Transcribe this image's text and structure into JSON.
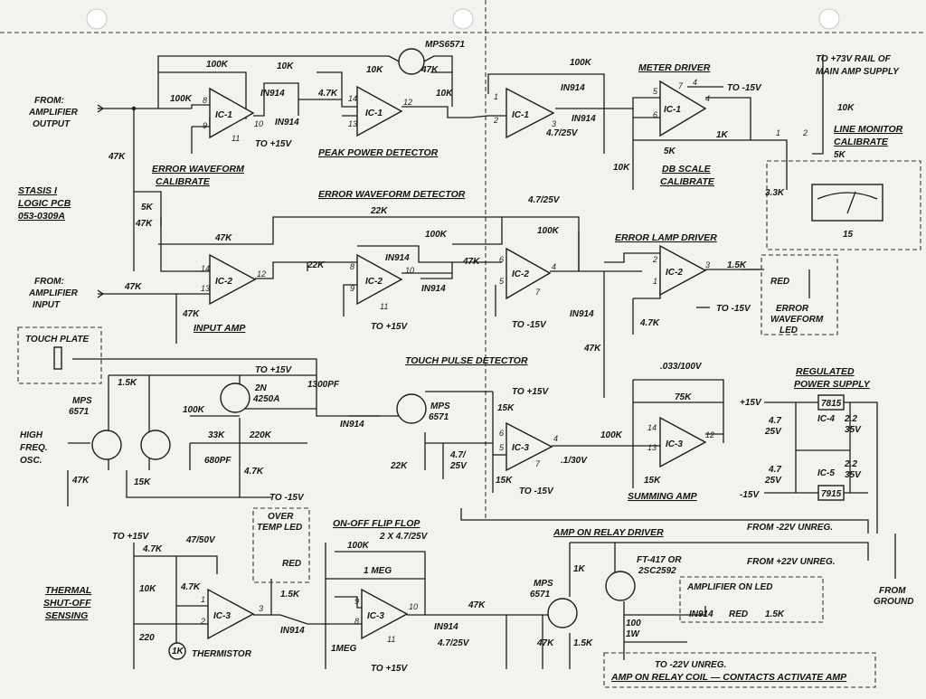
{
  "title_block": {
    "line1": "STASIS I",
    "line2": "LOGIC PCB",
    "line3": "053-0309A"
  },
  "inputs": {
    "amp_output": {
      "line1": "FROM:",
      "line2": "AMPLIFIER",
      "line3": "OUTPUT"
    },
    "amp_input": {
      "line1": "FROM:",
      "line2": "AMPLIFIER",
      "line3": "INPUT"
    },
    "rail_note": {
      "line1": "TO +73V RAIL OF",
      "line2": "MAIN AMP SUPPLY"
    }
  },
  "sections": {
    "peak_power": "PEAK POWER DETECTOR",
    "error_cal_1": "ERROR WAVEFORM",
    "error_cal_2": "CALIBRATE",
    "error_detector": "ERROR WAVEFORM DETECTOR",
    "meter_driver": "METER DRIVER",
    "line_monitor_1": "LINE MONITOR",
    "line_monitor_2": "CALIBRATE",
    "db_scale_1": "DB SCALE",
    "db_scale_2": "CALIBRATE",
    "error_lamp": "ERROR LAMP DRIVER",
    "input_amp": "INPUT AMP",
    "touch_plate": "TOUCH PLATE",
    "touch_pulse": "TOUCH PULSE DETECTOR",
    "error_led_1": "ERROR",
    "error_led_2": "WAVEFORM",
    "error_led_3": "LED",
    "regulated_1": "REGULATED",
    "regulated_2": "POWER SUPPLY",
    "hf_osc_1": "HIGH",
    "hf_osc_2": "FREQ.",
    "hf_osc_3": "OSC.",
    "summing_amp": "SUMMING AMP",
    "thermal_1": "THERMAL",
    "thermal_2": "SHUT-OFF",
    "thermal_3": "SENSING",
    "over_temp_1": "OVER",
    "over_temp_2": "TEMP LED",
    "flip_flop": "ON-OFF FLIP FLOP",
    "relay_driver": "AMP ON RELAY DRIVER",
    "amp_on_led": "AMPLIFIER ON LED",
    "relay_coil": "AMP ON RELAY COIL — CONTACTS ACTIVATE AMP",
    "from_22_unreg_neg": "FROM -22V UNREG.",
    "from_22_unreg_pos": "FROM +22V UNREG.",
    "from_ground_1": "FROM",
    "from_ground_2": "GROUND",
    "to_22_unreg": "TO -22V UNREG."
  },
  "ics": {
    "ic1a": "IC-1",
    "ic1b": "IC-1",
    "ic1c": "IC-1",
    "ic1d": "IC-1",
    "ic2a": "IC-2",
    "ic2b": "IC-2",
    "ic2c": "IC-2",
    "ic2d": "IC-2",
    "ic3a": "IC-3",
    "ic3b": "IC-3",
    "ic3c": "IC-3",
    "ic3d": "IC-3",
    "ic4": "IC-4",
    "ic5": "IC-5"
  },
  "parts": {
    "r100k_a": "100K",
    "r10k_a": "10K",
    "r10k_b": "10K",
    "mps6571_top": "MPS6571",
    "r47k_top": "47K",
    "r10k_c": "10K",
    "r100k_b": "100K",
    "in914_a": "IN914",
    "in914_b": "IN914",
    "r4_7k_a": "4.7K",
    "to15v_a": "TO +15V",
    "r100k_c": "100K",
    "in914_c": "IN914",
    "in914_d": "IN914",
    "to_m15v_a": "TO -15V",
    "cap_4_7_25_a": "4.7/25V",
    "r10k_d": "10K",
    "r5k_a": "5K",
    "r1k_a": "1K",
    "r10k_e": "10K",
    "r5k_b": "5K",
    "r3_3k": "3.3K",
    "meter_15": "15",
    "r47k_a": "47K",
    "r5k_c": "5K",
    "r47k_b": "47K",
    "r22k_a": "22K",
    "r47k_c": "47K",
    "cap_4_7_25_b": "4.7/25V",
    "r100k_d": "100K",
    "r100k_e": "100K",
    "in914_e": "IN914",
    "r22k_b": "22K",
    "in914_f": "IN914",
    "r47k_d": "47K",
    "to15v_b": "TO +15V",
    "to_m15v_b": "TO -15V",
    "r1_5k_a": "1.5K",
    "red_a": "RED",
    "to_m15v_c": "TO -15V",
    "r4_7k_b": "4.7K",
    "in914_g": "IN914",
    "r47k_e": "47K",
    "r47k_f": "47K",
    "r47k_g": "47K",
    "to15v_c": "TO +15V",
    "r1_5k_b": "1.5K",
    "q_2n4250a_1": "2N",
    "q_2n4250a_2": "4250A",
    "c1300pf": "1300PF",
    "mps6571_osc_1": "MPS",
    "mps6571_osc_2": "6571",
    "r100k_f": "100K",
    "r33k": "33K",
    "r220k": "220K",
    "c680pf": "680PF",
    "r4_7k_c": "4.7K",
    "r15k_a": "15K",
    "r47k_h": "47K",
    "to_m15v_d": "TO -15V",
    "in914_h": "IN914",
    "mps6571_mid_1": "MPS",
    "mps6571_mid_2": "6571",
    "to15v_d": "TO +15V",
    "r15k_b": "15K",
    "r22k_c": "22K",
    "cap_4_7_25_c1": "4.7/",
    "cap_4_7_25_c2": "25V",
    "c_1_30v": ".1/30V",
    "r15k_c": "15K",
    "to_m15v_e": "TO -15V",
    "c_033": ".033/100V",
    "r75k": "75K",
    "r100k_g": "100K",
    "v15_pos": "+15V",
    "v15_neg": "-15V",
    "reg_7815": "7815",
    "reg_7915": "7915",
    "cap_ps_a1": "4.7",
    "cap_ps_a2": "25V",
    "cap_ps_b1": "2.2",
    "cap_ps_b2": "35V",
    "cap_ps_c1": "4.7",
    "cap_ps_c2": "25V",
    "cap_ps_d1": "2.2",
    "cap_ps_d2": "35V",
    "to15v_e": "TO +15V",
    "r4_7k_d": "4.7K",
    "c47_50v": "47/50V",
    "r10k_f": "10K",
    "r4_7k_e": "4.7K",
    "r220": "220",
    "r1k_therm": "1K",
    "thermistor": "THERMISTOR",
    "red_b": "RED",
    "r1_5k_c": "1.5K",
    "in914_i": "IN914",
    "c_2x4_7": "2 X 4.7/25V",
    "r100k_h": "100K",
    "r1meg_a": "1 MEG",
    "r1meg_b": "1MEG",
    "in914_j": "IN914",
    "to15v_f": "TO +15V",
    "r47k_i": "47K",
    "cap_4_7_25_d": "4.7/25V",
    "r47k_j": "47K",
    "mps6571_bot_1": "MPS",
    "mps6571_bot_2": "6571",
    "r1_5k_d": "1.5K",
    "r1k_b": "1K",
    "ft417_1": "FT-417 OR",
    "ft417_2": "2SC2592",
    "r100_1w_1": "100",
    "r100_1w_2": "1W",
    "in914_k": "IN914",
    "red_c": "RED",
    "r1_5k_e": "1.5K",
    "r15k_d": "15K"
  },
  "pins": {
    "p8a": "8",
    "p9a": "9",
    "p10a": "10",
    "p11a": "11",
    "p14a": "14",
    "p13a": "13",
    "p12a": "12",
    "p1b": "1",
    "p2b": "2",
    "p3b": "3",
    "p5c": "5",
    "p6c": "6",
    "p7c": "7",
    "p4c": "4",
    "p14b": "14",
    "p13b": "13",
    "p12b": "12",
    "p8b": "8",
    "p9b": "9",
    "p10b": "10",
    "p11b": "11",
    "p6d": "6",
    "p5d": "5",
    "p4d": "4",
    "p7d": "7",
    "p2e": "2",
    "p1e": "1",
    "p3e": "3",
    "p6f": "6",
    "p5f": "5",
    "p4f": "4",
    "p7f": "7",
    "p14g": "14",
    "p13g": "13",
    "p12g": "12",
    "p1h": "1",
    "p2h": "2",
    "p3h": "3",
    "p9i": "9",
    "p8i": "8",
    "p10i": "10",
    "p11i": "11",
    "sw1": "1",
    "sw2": "2",
    "p4e": "4"
  }
}
